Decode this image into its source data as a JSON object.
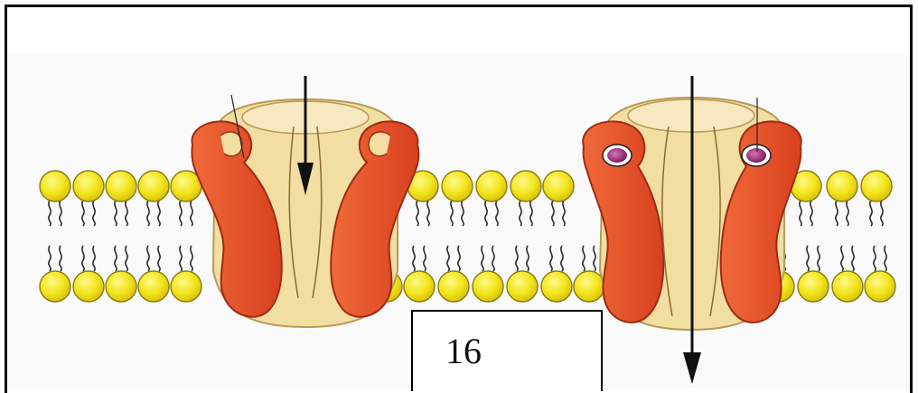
{
  "figure": {
    "label": "16",
    "colors": {
      "lipid_head": "#f2e51b",
      "lipid_head_edge": "#8a7a10",
      "tail": "#2a2a2a",
      "subunit": "#e8502a",
      "subunit_dark": "#c0361c",
      "pore": "#f3dea2",
      "pore_edge": "#b79a55",
      "ligand": "#a0307a",
      "arrow": "#111111",
      "background_texture": "#f4f4f4"
    },
    "channels": [
      {
        "state": "closed",
        "ligand_bound": false,
        "arrow": "blocked"
      },
      {
        "state": "open",
        "ligand_bound": true,
        "arrow": "passes-through"
      }
    ]
  }
}
